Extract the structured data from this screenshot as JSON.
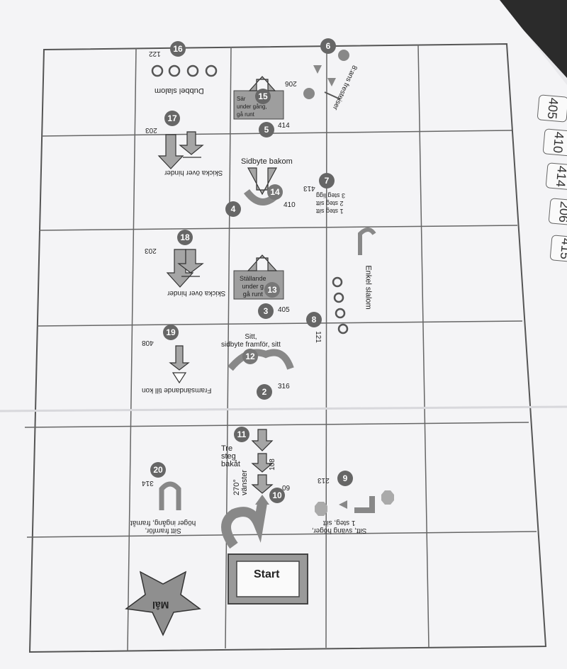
{
  "course_map": {
    "start": "Start",
    "goal": "Mål",
    "page_edge_tabs": [
      "405",
      "410",
      "414",
      "206",
      "415"
    ],
    "stations": [
      {
        "num": "16",
        "label": "Dubbel slalom",
        "code": "122"
      },
      {
        "num": "15",
        "label": "Sär\nunder gång,\ngå runt",
        "code": ""
      },
      {
        "num": "5",
        "label": "",
        "code": "414"
      },
      {
        "num": "17",
        "label": "Skicka över hinder",
        "code": "203"
      },
      {
        "num": "6",
        "label": "8:ans fresteiser",
        "code": "206"
      },
      {
        "num": "14",
        "label": "Sidbyte bakom",
        "code": ""
      },
      {
        "num": "4",
        "label": "",
        "code": "410"
      },
      {
        "num": "7",
        "label": "1 steg sitt\n2 steg sitt\n3 steg ligg",
        "code": "413"
      },
      {
        "num": "18",
        "label": "Skicka över hinder",
        "code": "203"
      },
      {
        "num": "13",
        "label": "Ställande\nunder g\ngå runt",
        "code": ""
      },
      {
        "num": "3",
        "label": "",
        "code": "405"
      },
      {
        "num": "8",
        "label": "Enkel slalom",
        "code": "121"
      },
      {
        "num": "19",
        "label": "Framsändande till kon",
        "code": "408"
      },
      {
        "num": "12",
        "label": "Sitt,\nsidbyte framför, sitt",
        "code": ""
      },
      {
        "num": "2",
        "label": "",
        "code": "316"
      },
      {
        "num": "11",
        "label": "Tre\nsteg\nbakåt",
        "code": "108"
      },
      {
        "num": "10",
        "label": "270°\nvänster",
        "code": "09"
      },
      {
        "num": "20",
        "label": "Sitt framför,\nhöger ingång, framåt",
        "code": "314"
      },
      {
        "num": "9",
        "label": "Sitt, sväng höger,\n1 steg, sitt",
        "code": "213"
      }
    ],
    "icons": [
      "star-icon",
      "cone-icon",
      "arrow-icon",
      "slalom-icon",
      "stop-sign-icon"
    ]
  }
}
